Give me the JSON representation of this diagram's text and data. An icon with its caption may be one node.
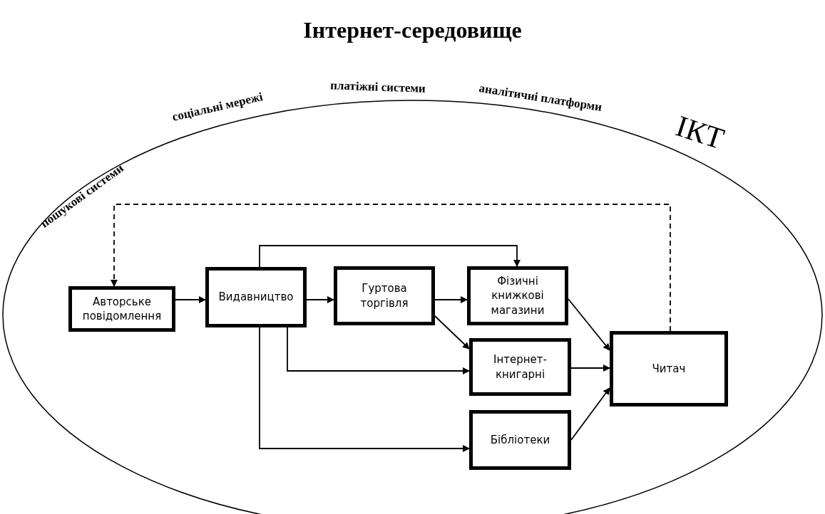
{
  "diagram": {
    "title": "Інтернет-середовище",
    "nodes": [
      {
        "text": [
          "ІКТ"
        ]
      },
      {
        "text": [
          "Авторське повідомлення"
        ],
        "in": 0
      },
      {
        "text": [
          "Видавництво"
        ],
        "in": 0
      },
      {
        "text": [
          "Гуртова торгівля"
        ],
        "in": 0
      },
      {
        "text": [
          "Фізичні книжкові магазини"
        ],
        "in": 0
      },
      {
        "text": [
          "Інтернет-книгарні"
        ],
        "in": 0
      },
      {
        "text": [
          "Бібліотеки"
        ],
        "in": 0
      },
      {
        "text": [
          "Читач"
        ],
        "in": 0
      }
    ],
    "edges": [
      {
        "from": 1,
        "to": 2,
        "arrow": "to"
      },
      {
        "from": 2,
        "to": 3,
        "arrow": "to"
      },
      {
        "from": 3,
        "to": 4,
        "arrow": "to"
      },
      {
        "from": 3,
        "to": 5,
        "arrow": "to"
      },
      {
        "from": 2,
        "to": 4,
        "arrow": "to"
      },
      {
        "from": 2,
        "to": 5,
        "arrow": "to"
      },
      {
        "from": 2,
        "to": 6,
        "arrow": "to"
      },
      {
        "from": 4,
        "to": 7,
        "arrow": "to"
      },
      {
        "from": 5,
        "to": 7,
        "arrow": "to"
      },
      {
        "from": 6,
        "to": 7,
        "arrow": "to"
      },
      {
        "from": 7,
        "to": 1,
        "arrow": "to",
        "style": "dashed"
      }
    ],
    "labels": [
      "пошукові системи",
      "соціальні мережі",
      "платіжні системи",
      "аналітичні платформи"
    ]
  }
}
